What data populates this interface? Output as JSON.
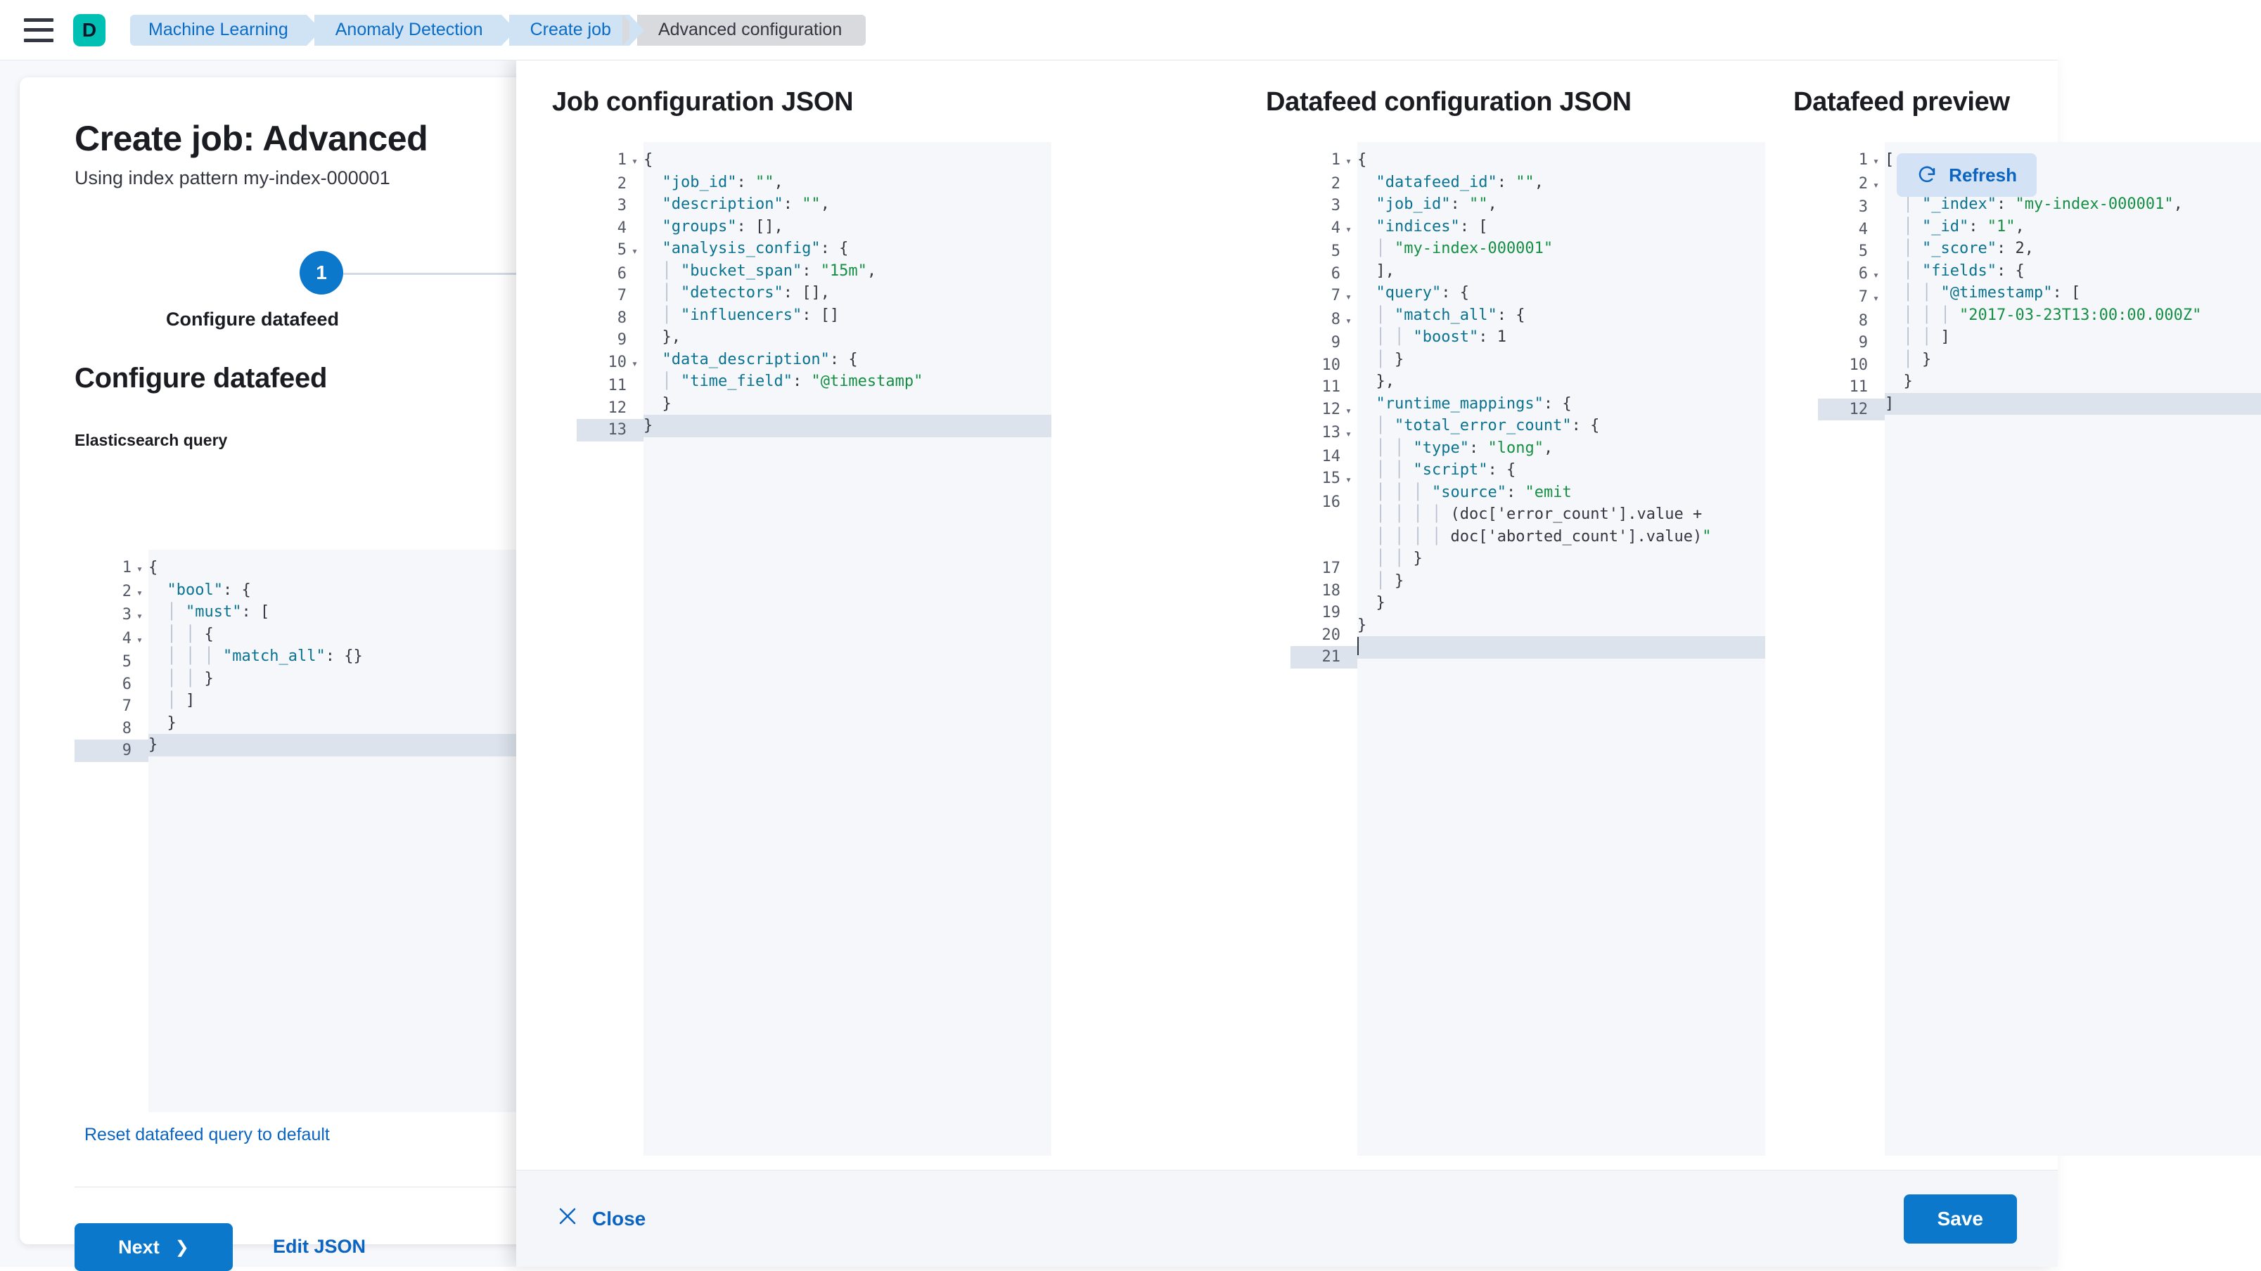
{
  "chrome": {
    "menu_icon": "hamburger-icon",
    "logo_letter": "D",
    "breadcrumbs": [
      {
        "label": "Machine Learning"
      },
      {
        "label": "Anomaly Detection"
      },
      {
        "label": "Create job"
      },
      {
        "label": "Advanced configuration"
      }
    ]
  },
  "wizard": {
    "title": "Create job: Advanced",
    "subtitle": "Using index pattern my-index-000001",
    "step_number": "1",
    "step_label": "Configure datafeed",
    "section_title": "Configure datafeed",
    "query_field_label": "Elasticsearch query",
    "reset_link": "Reset datafeed query to default",
    "next_label": "Next",
    "next_chevron": "chevron-right-icon",
    "edit_json_label": "Edit JSON",
    "query_editor": {
      "current_line": 9,
      "lines": [
        {
          "n": 1,
          "fold": true,
          "text": "{"
        },
        {
          "n": 2,
          "fold": true,
          "text": "  \"bool\": {"
        },
        {
          "n": 3,
          "fold": true,
          "text": "    \"must\": ["
        },
        {
          "n": 4,
          "fold": true,
          "text": "      {"
        },
        {
          "n": 5,
          "fold": false,
          "text": "        \"match_all\": {}"
        },
        {
          "n": 6,
          "fold": false,
          "text": "      }"
        },
        {
          "n": 7,
          "fold": false,
          "text": "    ]"
        },
        {
          "n": 8,
          "fold": false,
          "text": "  }"
        },
        {
          "n": 9,
          "fold": false,
          "text": "}"
        }
      ]
    }
  },
  "flyout": {
    "panels": {
      "job": {
        "title": "Job configuration JSON",
        "current_line": 13,
        "lines": [
          {
            "n": 1,
            "fold": true,
            "text": "{"
          },
          {
            "n": 2,
            "fold": false,
            "text": "  \"job_id\": \"\","
          },
          {
            "n": 3,
            "fold": false,
            "text": "  \"description\": \"\","
          },
          {
            "n": 4,
            "fold": false,
            "text": "  \"groups\": [],"
          },
          {
            "n": 5,
            "fold": true,
            "text": "  \"analysis_config\": {"
          },
          {
            "n": 6,
            "fold": false,
            "text": "    \"bucket_span\": \"15m\","
          },
          {
            "n": 7,
            "fold": false,
            "text": "    \"detectors\": [],"
          },
          {
            "n": 8,
            "fold": false,
            "text": "    \"influencers\": []"
          },
          {
            "n": 9,
            "fold": false,
            "text": "  },"
          },
          {
            "n": 10,
            "fold": true,
            "text": "  \"data_description\": {"
          },
          {
            "n": 11,
            "fold": false,
            "text": "    \"time_field\": \"@timestamp\""
          },
          {
            "n": 12,
            "fold": false,
            "text": "  }"
          },
          {
            "n": 13,
            "fold": false,
            "text": "}"
          }
        ]
      },
      "datafeed": {
        "title": "Datafeed configuration JSON",
        "current_line": 21,
        "lines": [
          {
            "n": 1,
            "fold": true,
            "text": "{"
          },
          {
            "n": 2,
            "fold": false,
            "text": "  \"datafeed_id\": \"\","
          },
          {
            "n": 3,
            "fold": false,
            "text": "  \"job_id\": \"\","
          },
          {
            "n": 4,
            "fold": true,
            "text": "  \"indices\": ["
          },
          {
            "n": 5,
            "fold": false,
            "text": "    \"my-index-000001\""
          },
          {
            "n": 6,
            "fold": false,
            "text": "  ],"
          },
          {
            "n": 7,
            "fold": true,
            "text": "  \"query\": {"
          },
          {
            "n": 8,
            "fold": true,
            "text": "    \"match_all\": {"
          },
          {
            "n": 9,
            "fold": false,
            "text": "      \"boost\": 1"
          },
          {
            "n": 10,
            "fold": false,
            "text": "    }"
          },
          {
            "n": 11,
            "fold": false,
            "text": "  },"
          },
          {
            "n": 12,
            "fold": true,
            "text": "  \"runtime_mappings\": {"
          },
          {
            "n": 13,
            "fold": true,
            "text": "    \"total_error_count\": {"
          },
          {
            "n": 14,
            "fold": false,
            "text": "      \"type\": \"long\","
          },
          {
            "n": 15,
            "fold": true,
            "text": "      \"script\": {"
          },
          {
            "n": 16,
            "fold": false,
            "text": "        \"source\": \"emit\n          (doc['error_count'].value +\n          doc['aborted_count'].value)\""
          },
          {
            "n": 17,
            "fold": false,
            "text": "      }"
          },
          {
            "n": 18,
            "fold": false,
            "text": "    }"
          },
          {
            "n": 19,
            "fold": false,
            "text": "  }"
          },
          {
            "n": 20,
            "fold": false,
            "text": "}"
          },
          {
            "n": 21,
            "fold": false,
            "text": ""
          }
        ]
      },
      "preview": {
        "title": "Datafeed preview",
        "refresh_label": "Refresh",
        "refresh_icon": "refresh-icon",
        "current_line": 12,
        "lines": [
          {
            "n": 1,
            "fold": true,
            "text": "["
          },
          {
            "n": 2,
            "fold": true,
            "text": "  {"
          },
          {
            "n": 3,
            "fold": false,
            "text": "    \"_index\": \"my-index-000001\","
          },
          {
            "n": 4,
            "fold": false,
            "text": "    \"_id\": \"1\","
          },
          {
            "n": 5,
            "fold": false,
            "text": "    \"_score\": 2,"
          },
          {
            "n": 6,
            "fold": true,
            "text": "    \"fields\": {"
          },
          {
            "n": 7,
            "fold": true,
            "text": "      \"@timestamp\": ["
          },
          {
            "n": 8,
            "fold": false,
            "text": "        \"2017-03-23T13:00:00.000Z\""
          },
          {
            "n": 9,
            "fold": false,
            "text": "      ]"
          },
          {
            "n": 10,
            "fold": false,
            "text": "    }"
          },
          {
            "n": 11,
            "fold": false,
            "text": "  }"
          },
          {
            "n": 12,
            "fold": false,
            "text": "]"
          }
        ]
      }
    },
    "footer": {
      "close_label": "Close",
      "close_icon": "close-icon",
      "save_label": "Save"
    }
  },
  "colors": {
    "accent_blue": "#0b78cb",
    "link_blue": "#0b64c0",
    "brand_teal": "#00bfb3",
    "json_key": "#0a7391",
    "json_string": "#148f43"
  }
}
